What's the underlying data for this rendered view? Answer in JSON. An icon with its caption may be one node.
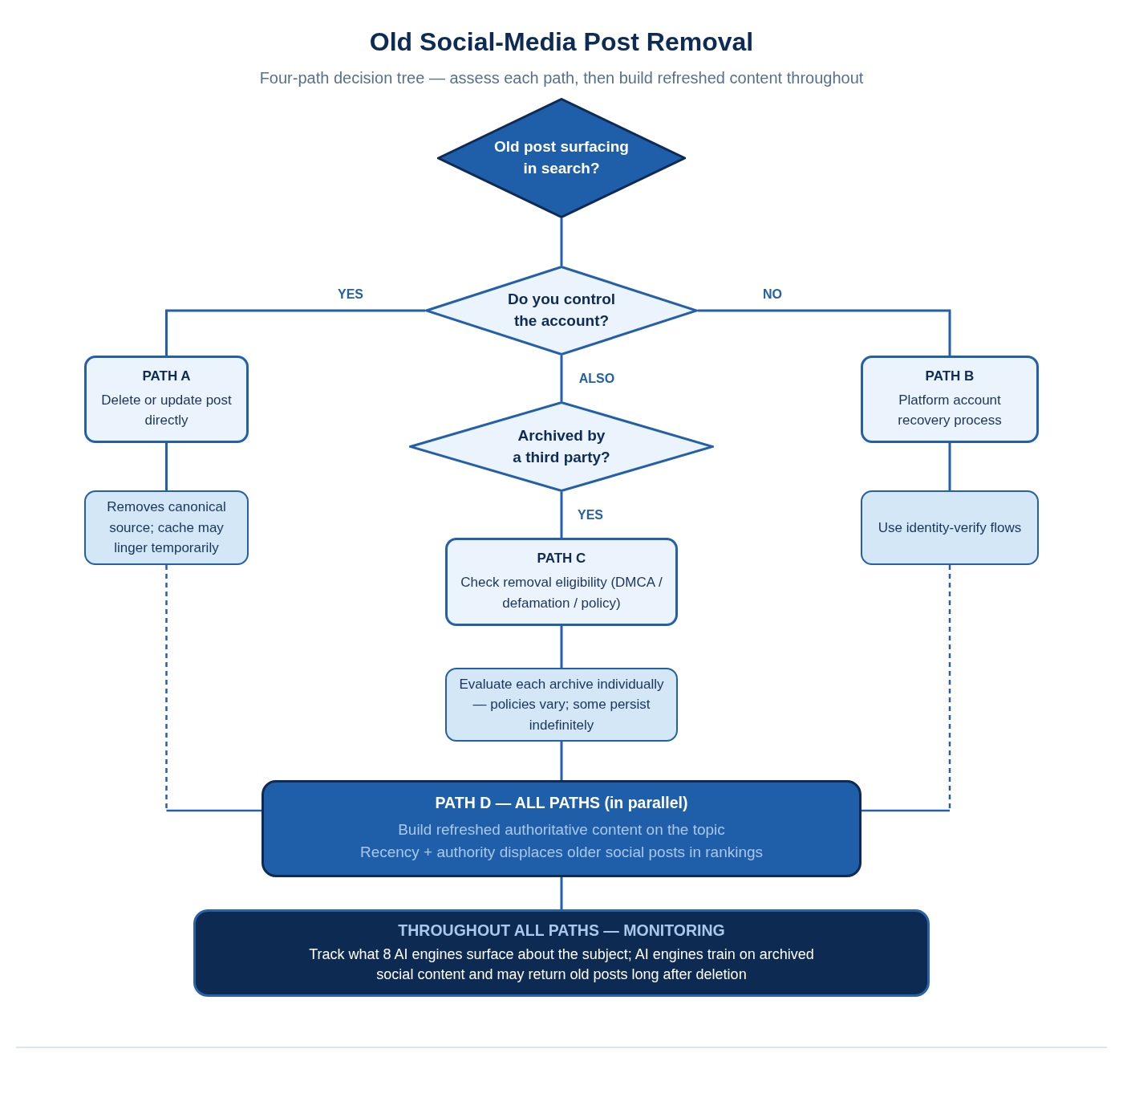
{
  "diagram": {
    "title": "Old Social-Media Post Removal",
    "nodes": [
      {
        "text": [
          "Old post surfacing in search?"
        ]
      },
      {
        "text": [
          "Do you control the account?"
        ]
      },
      {
        "text": [
          "PATH A",
          "Delete or update post directly"
        ]
      },
      {
        "text": [
          "Archived by a third party?"
        ]
      },
      {
        "text": [
          "PATH B",
          "Platform account recovery process"
        ]
      },
      {
        "text": [
          "Removes canonical source; cache may linger temporarily"
        ]
      },
      {
        "text": [
          "Use identity-verify flows"
        ]
      },
      {
        "text": [
          "PATH C",
          "Check removal eligibility (DMCA / defamation / policy)"
        ]
      },
      {
        "text": [
          "Evaluate each archive individually — policies vary; some persist indefinitely"
        ]
      },
      {
        "text": [
          "PATH D — ALL PATHS (in parallel)",
          "Build refreshed authoritative content on the topic",
          "Recency + authority displaces older social posts in rankings"
        ]
      },
      {
        "text": [
          "THROUGHOUT ALL PATHS — MONITORING",
          "Track what 8 AI engines surface about the subject; AI engines train on archived social content and may return old posts long after deletion"
        ]
      }
    ],
    "edges": [
      {
        "from": 0,
        "to": 1,
        "arrow": "none"
      },
      {
        "from": 1,
        "to": 2,
        "arrow": "none",
        "label": "YES"
      },
      {
        "from": 1,
        "to": 4,
        "arrow": "none",
        "label": "NO"
      },
      {
        "from": 1,
        "to": 3,
        "arrow": "none",
        "label": "ALSO"
      },
      {
        "from": 2,
        "to": 5,
        "arrow": "none"
      },
      {
        "from": 4,
        "to": 6,
        "arrow": "none"
      },
      {
        "from": 3,
        "to": 7,
        "arrow": "none",
        "label": "YES"
      },
      {
        "from": 7,
        "to": 8,
        "arrow": "none"
      },
      {
        "from": 5,
        "to": 9,
        "arrow": "none",
        "style": "dashed"
      },
      {
        "from": 8,
        "to": 9,
        "arrow": "none"
      },
      {
        "from": 6,
        "to": 9,
        "arrow": "none",
        "style": "dashed"
      },
      {
        "from": 9,
        "to": 10,
        "arrow": "none"
      }
    ],
    "labels": [
      "Four-path decision tree — assess each path, then build refreshed content throughout"
    ]
  }
}
